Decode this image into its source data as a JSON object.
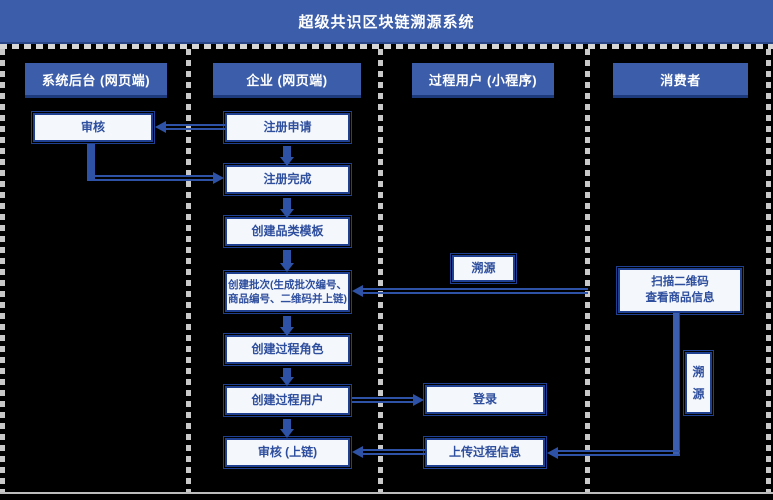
{
  "title": "超级共识区块链溯源系统",
  "lanes": [
    {
      "label": "系统后台 (网页端)"
    },
    {
      "label": "企业 (网页端)"
    },
    {
      "label": "过程用户 (小程序)"
    },
    {
      "label": "消费者"
    }
  ],
  "nodes": {
    "review": "审核",
    "register_apply": "注册申请",
    "register_done": "注册完成",
    "create_category_template": "创建品类模板",
    "create_batch_line1": "创建批次(生成批次编号、",
    "create_batch_line2": "商品编号、二维码并上链)",
    "create_process_role": "创建过程角色",
    "create_process_user": "创建过程用户",
    "review_onchain": "审核 (上链)",
    "trace_label": "溯源",
    "login": "登录",
    "upload_process_info": "上传过程信息",
    "scan_qr_line1": "扫描二维码",
    "scan_qr_line2": "查看商品信息",
    "trace_label_vertical": "溯源"
  },
  "edges": [
    {
      "from": "注册申请",
      "to": "审核"
    },
    {
      "from": "审核",
      "to": "注册完成"
    },
    {
      "from": "注册申请",
      "to": "注册完成"
    },
    {
      "from": "注册完成",
      "to": "创建品类模板"
    },
    {
      "from": "创建品类模板",
      "to": "创建批次(生成批次编号、商品编号、二维码并上链)"
    },
    {
      "from": "创建批次(生成批次编号、商品编号、二维码并上链)",
      "to": "创建过程角色"
    },
    {
      "from": "创建过程角色",
      "to": "创建过程用户"
    },
    {
      "from": "创建过程用户",
      "to": "审核 (上链)"
    },
    {
      "from": "创建过程用户",
      "to": "登录"
    },
    {
      "from": "上传过程信息",
      "to": "审核 (上链)"
    },
    {
      "from": "扫描二维码 查看商品信息",
      "to": "创建批次(生成批次编号、商品编号、二维码并上链)",
      "label": "溯源"
    },
    {
      "from": "扫描二维码 查看商品信息",
      "to": "上传过程信息",
      "label": "溯源"
    }
  ],
  "colors": {
    "header_bg": "#3c5da9",
    "node_bg": "#f4f7fb",
    "node_border": "#1f3f90",
    "node_text": "#2e4e9e",
    "connector": "#2e52a5",
    "divider": "#cccccc",
    "canvas_bg": "#000000"
  }
}
